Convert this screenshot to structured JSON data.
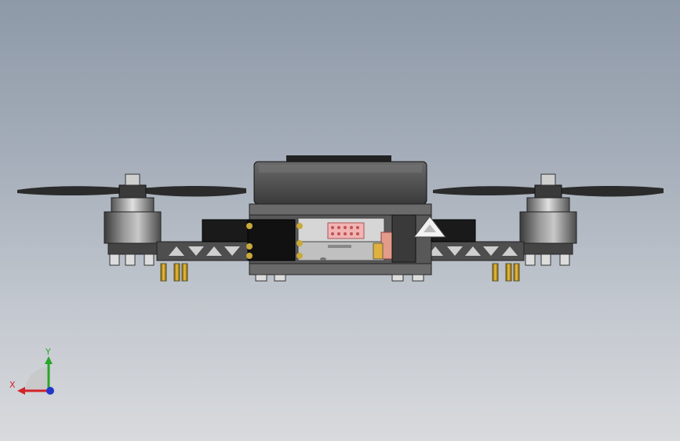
{
  "scene": {
    "subject": "drone",
    "view": "front",
    "background_top": "#8e99a8",
    "background_bottom": "#d8dadd"
  },
  "triad": {
    "x_label": "X",
    "y_label": "Y",
    "x_color": "#d2232a",
    "y_color": "#2aa52a",
    "z_color": "#2436c8"
  }
}
